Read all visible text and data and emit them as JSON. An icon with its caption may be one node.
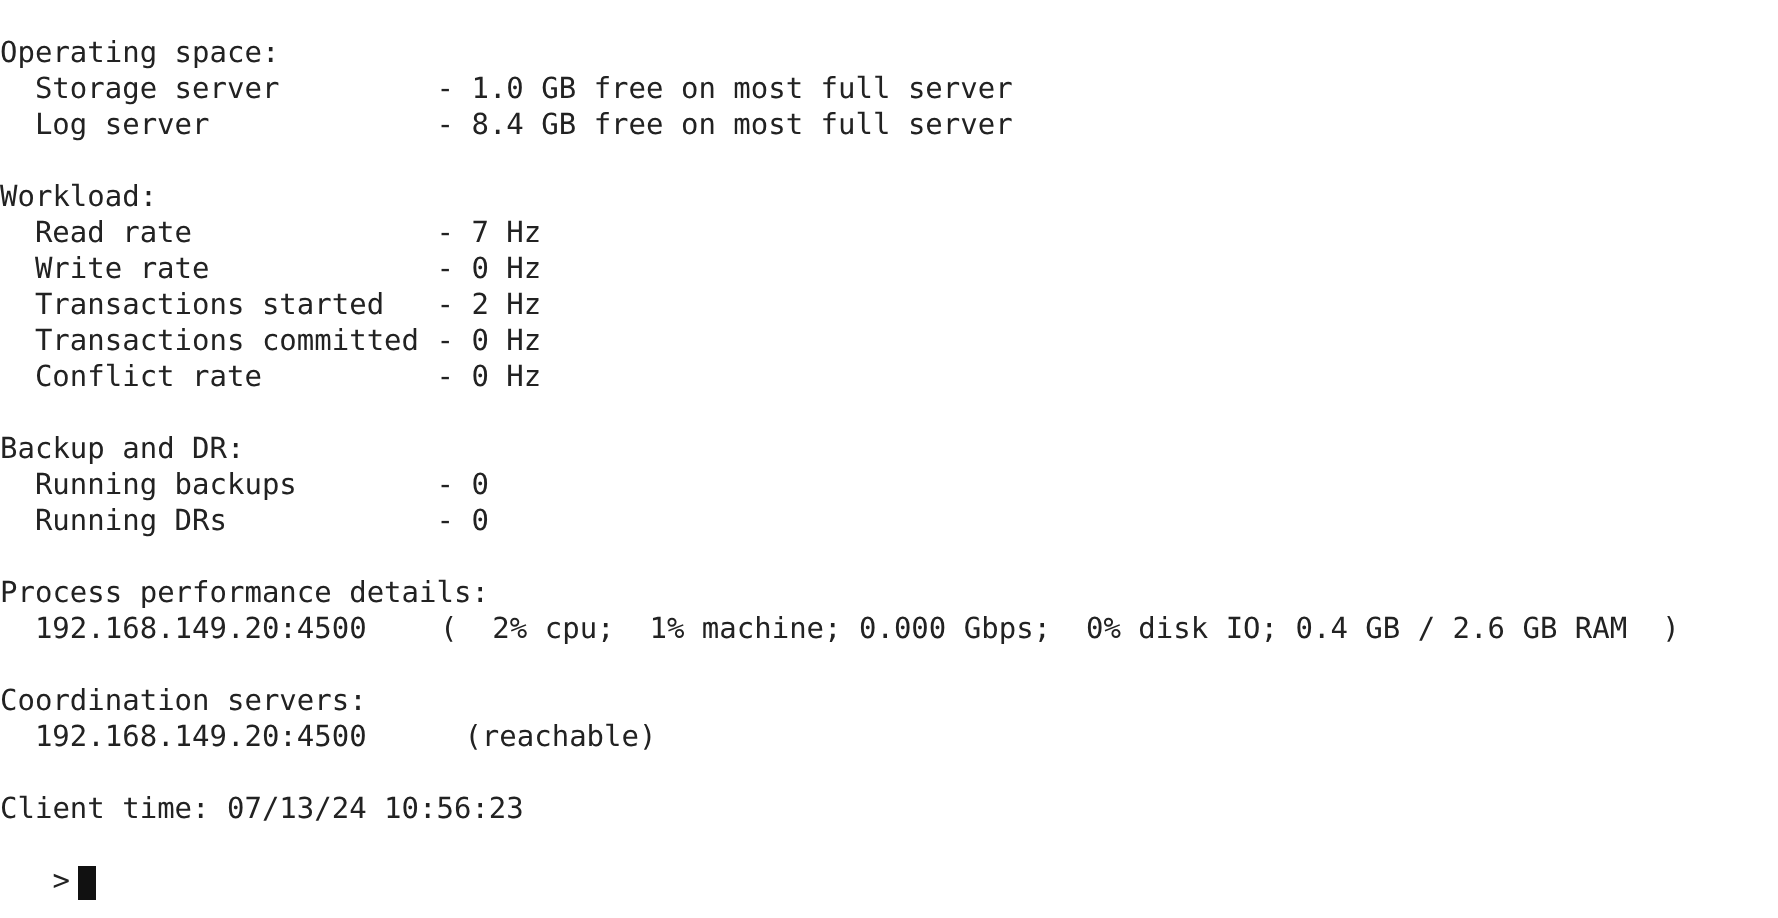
{
  "diagram": {
    "labels": [
      "Operating space:",
      "Storage server",
      "- 1.0 GB free on most full server",
      "Log server",
      "- 8.4 GB free on most full server",
      "Workload:",
      "Read rate",
      "- 7 Hz",
      "Write rate",
      "- 0 Hz",
      "Transactions started",
      "- 2 Hz",
      "Transactions committed",
      "- 0 Hz",
      "Conflict rate",
      "- 0 Hz",
      "Backup and DR:",
      "Running backups",
      "- 0",
      "Running DRs",
      "- 0",
      "Process performance details:",
      "192.168.149.20:4500",
      "(  2% cpu;  1% machine; 0.000 Gbps;  0% disk IO; 0.4 GB / 2.6 GB RAM  )",
      "Coordination servers:",
      "192.168.149.20:4500",
      "(reachable)",
      "Client time: 07/13/24 10:56:23",
      ">"
    ]
  }
}
